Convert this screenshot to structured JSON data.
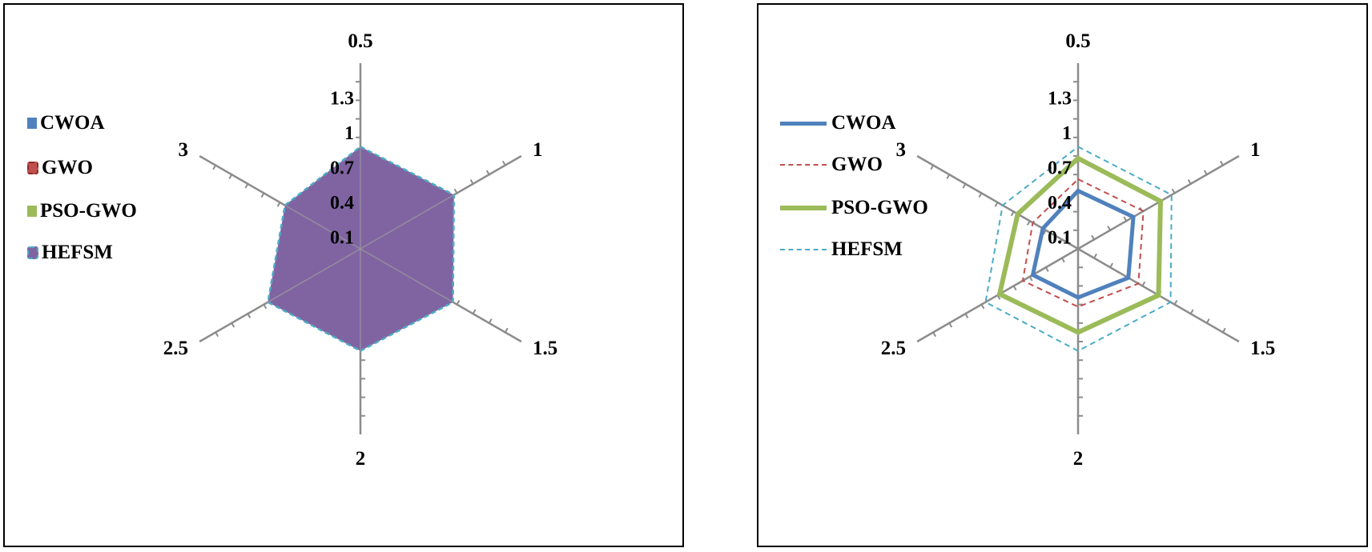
{
  "chart_data": [
    {
      "type": "radar",
      "style": "filled",
      "categories": [
        "0.5",
        "1",
        "1.5",
        "2",
        "2.5",
        "3"
      ],
      "radial_ticks": [
        "0.1",
        "0.4",
        "0.7",
        "1",
        "1.3"
      ],
      "rlim": [
        0,
        1.6
      ],
      "legend_position": "left",
      "grid": false,
      "series": [
        {
          "name": "CWOA",
          "color": "#4F81BD",
          "values": [
            0.5,
            0.55,
            0.5,
            0.42,
            0.45,
            0.35
          ]
        },
        {
          "name": "GWO",
          "color": "#C0504D",
          "values": [
            0.6,
            0.65,
            0.6,
            0.5,
            0.55,
            0.45
          ]
        },
        {
          "name": "PSO-GWO",
          "color": "#9BBB59",
          "values": [
            0.78,
            0.82,
            0.8,
            0.72,
            0.78,
            0.6
          ]
        },
        {
          "name": "HEFSM",
          "color": "#8064A2",
          "outline": "#4BACC6",
          "values": [
            0.88,
            0.93,
            0.92,
            0.88,
            0.92,
            0.75
          ]
        }
      ]
    },
    {
      "type": "radar",
      "style": "lines",
      "categories": [
        "0.5",
        "1",
        "1.5",
        "2",
        "2.5",
        "3"
      ],
      "radial_ticks": [
        "0.1",
        "0.4",
        "0.7",
        "1",
        "1.3"
      ],
      "rlim": [
        0,
        1.6
      ],
      "legend_position": "left",
      "grid": false,
      "series": [
        {
          "name": "CWOA",
          "color": "#4F81BD",
          "dash": "solid",
          "values": [
            0.5,
            0.55,
            0.5,
            0.42,
            0.45,
            0.35
          ]
        },
        {
          "name": "GWO",
          "color": "#C0504D",
          "dash": "dashed",
          "values": [
            0.6,
            0.65,
            0.6,
            0.5,
            0.55,
            0.45
          ]
        },
        {
          "name": "PSO-GWO",
          "color": "#9BBB59",
          "dash": "solid-thick",
          "values": [
            0.78,
            0.82,
            0.8,
            0.72,
            0.78,
            0.6
          ]
        },
        {
          "name": "HEFSM",
          "color": "#4BACC6",
          "dash": "dashed",
          "values": [
            0.88,
            0.93,
            0.92,
            0.88,
            0.92,
            0.75
          ]
        }
      ]
    }
  ]
}
